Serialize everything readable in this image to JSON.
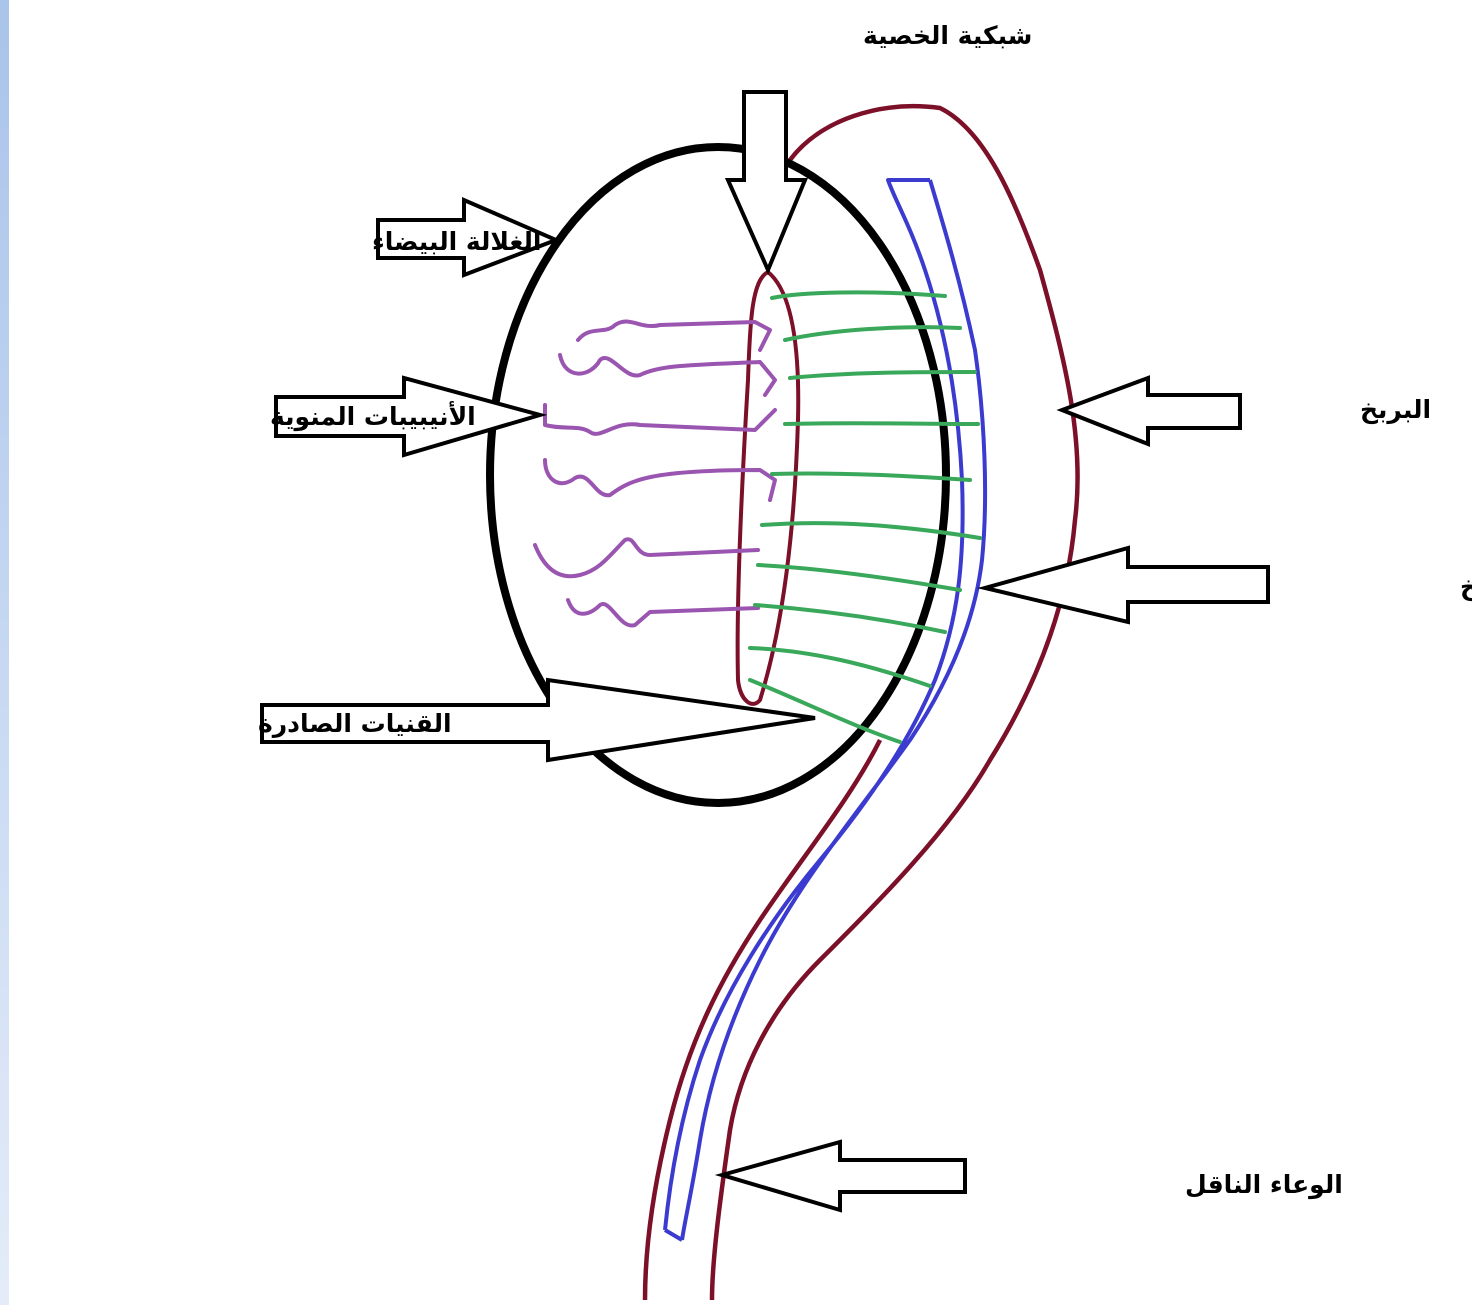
{
  "labels": {
    "rete_testis": "شبكية الخصية",
    "tunica_albuginea": "الغلالة البيضاء",
    "seminiferous_tubules": "الأنيبيبات المنوية",
    "efferent_ductules": "القنيات الصادرة",
    "epididymis": "البربخ",
    "epididymal_duct": "قناة البربخ",
    "vas_deferens": "الوعاء الناقل"
  },
  "colors": {
    "testis_outline": "#000000",
    "epididymis_outline": "#7b1028",
    "duct": "#3b3bcf",
    "tubules": "#9a55b0",
    "efferent": "#3aa85a",
    "arrow": "#000000",
    "side_bar": "#b7cdee"
  }
}
